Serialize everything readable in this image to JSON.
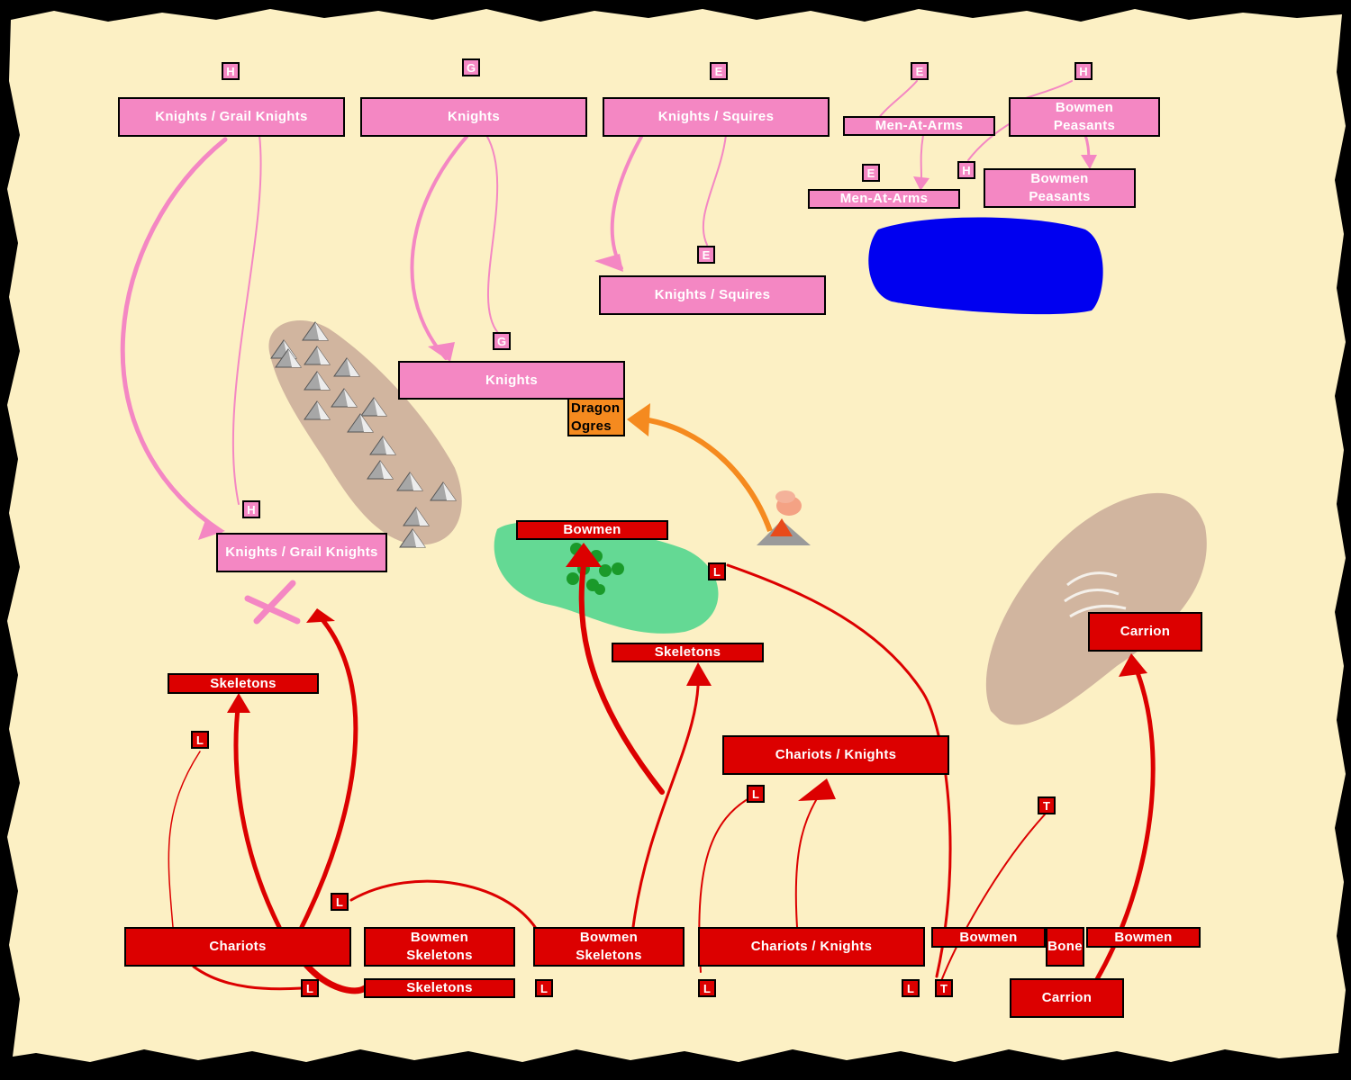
{
  "colors": {
    "parchment": "#fcf0c4",
    "bretonnia": "#f487c3",
    "undead": "#dc0000",
    "monsters": "#f58a1f",
    "lake": "#0000f0",
    "forest": "#64d994",
    "hills": "#d1b59f"
  },
  "terrain": [
    "mountain-range",
    "rocky-hill",
    "lake",
    "forest",
    "volcano"
  ],
  "bretonnian_units": [
    {
      "label": "Knights / Grail Knights",
      "marker": "H"
    },
    {
      "label": "Knights",
      "marker": "G"
    },
    {
      "label": "Knights / Squires",
      "marker": "E"
    },
    {
      "label": "Men-At-Arms",
      "marker": "E"
    },
    {
      "label": "Bowmen\nPeasants",
      "marker": "H"
    },
    {
      "label": "Men-At-Arms",
      "marker": "E"
    },
    {
      "label": "Bowmen\nPeasants",
      "marker": "H"
    },
    {
      "label": "Knights / Squires",
      "marker": "E"
    },
    {
      "label": "Knights",
      "marker": "G"
    },
    {
      "label": "Knights / Grail Knights",
      "marker": "H"
    }
  ],
  "monster_units": [
    {
      "label": "Dragon\nOgres"
    }
  ],
  "undead_units": [
    {
      "label": "Bowmen",
      "marker": "L"
    },
    {
      "label": "Skeletons",
      "marker": ""
    },
    {
      "label": "Carrion",
      "marker": ""
    },
    {
      "label": "Skeletons",
      "marker": "L"
    },
    {
      "label": "Chariots / Knights",
      "marker": "L"
    },
    {
      "label": "Chariots",
      "marker": "L"
    },
    {
      "label": "Bowmen\nSkeletons",
      "marker": "L"
    },
    {
      "label": "Skeletons",
      "marker": ""
    },
    {
      "label": "Bowmen\nSkeletons",
      "marker": "L"
    },
    {
      "label": "Chariots / Knights",
      "marker": "L"
    },
    {
      "label": "Bowmen",
      "marker": "L"
    },
    {
      "label": "Bone",
      "marker": "T"
    },
    {
      "label": "Bowmen",
      "marker": ""
    },
    {
      "label": "Carrion",
      "marker": ""
    }
  ],
  "extra_markers": [
    "L",
    "L",
    "H",
    "T"
  ]
}
